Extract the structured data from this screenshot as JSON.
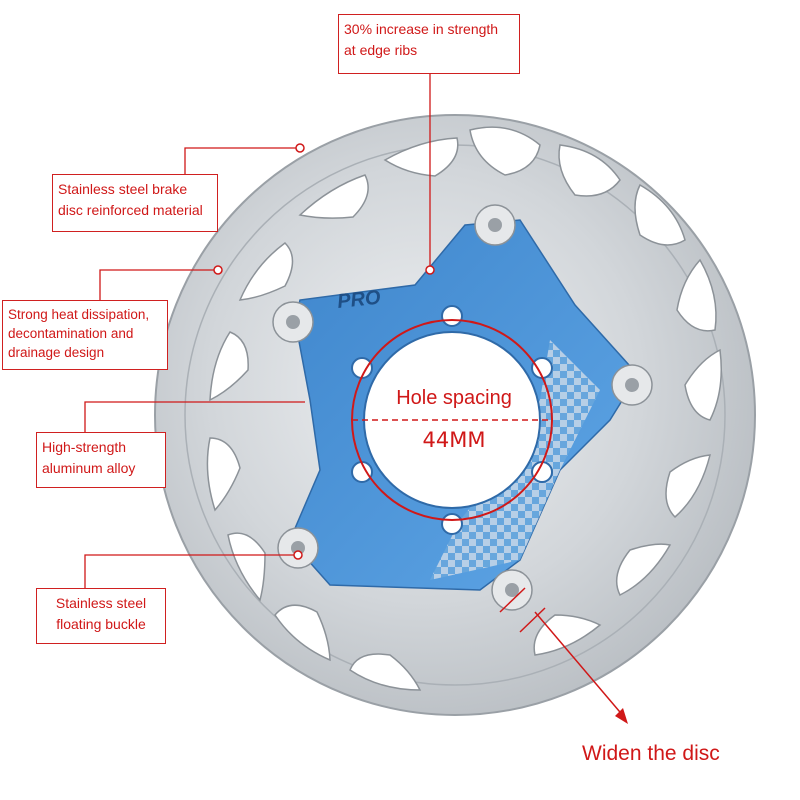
{
  "callouts": {
    "strength": [
      "30% increase in strength",
      "at edge ribs"
    ],
    "material": [
      "Stainless steel brake",
      "disc reinforced material"
    ],
    "heat": [
      "Strong heat dissipation,",
      "decontamination and",
      "drainage design"
    ],
    "alloy": [
      "High-strength",
      "aluminum alloy"
    ],
    "buckle": [
      "Stainless steel",
      "floating buckle"
    ]
  },
  "hole_spacing": {
    "label": "Hole spacing",
    "value": "44MM"
  },
  "widen_label": "Widen the disc",
  "spider_logo": "PRO",
  "colors": {
    "callout_red": "#d01818",
    "spider_blue": "#4a8fd0",
    "disc_steel": "#d4d7da"
  }
}
